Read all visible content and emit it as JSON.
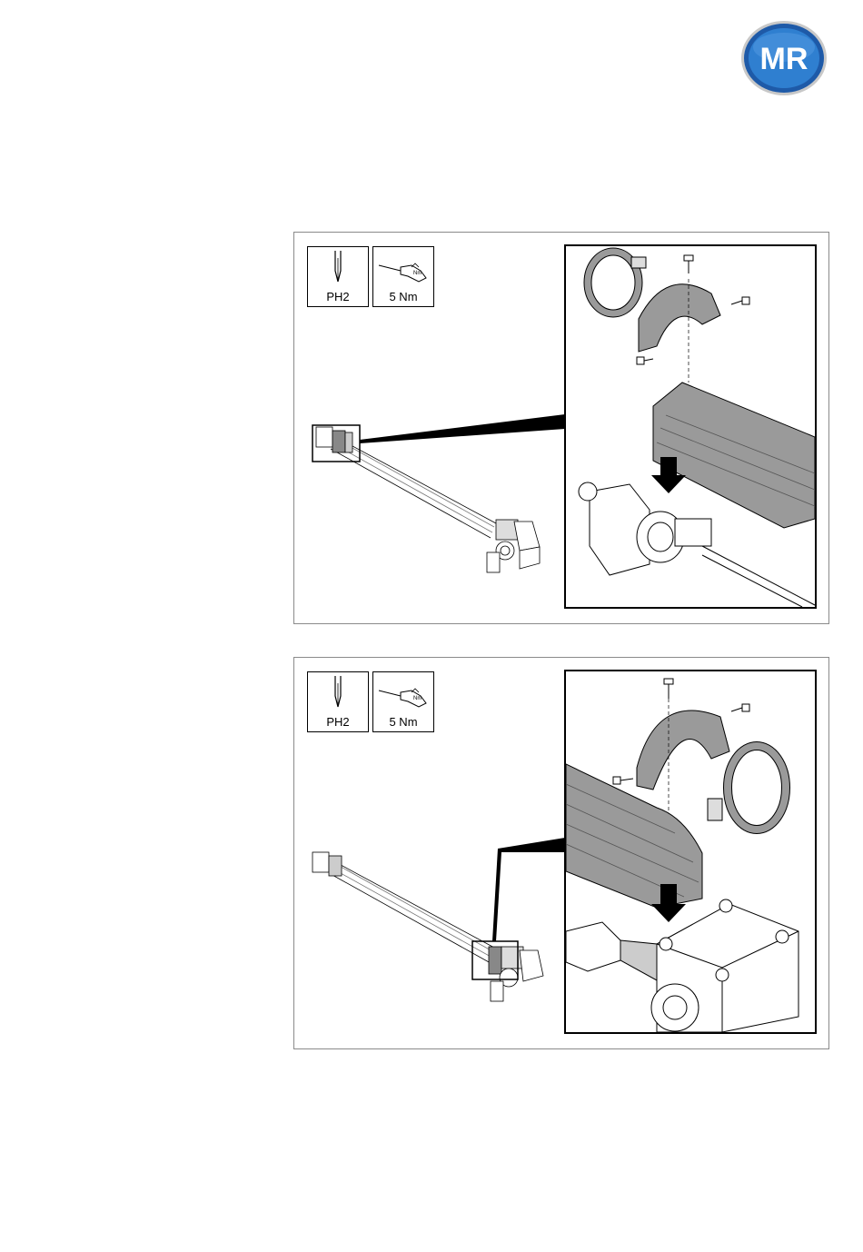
{
  "logo": {
    "text": "MR",
    "colors": {
      "outer": "#1e5aa8",
      "inner": "#2f7fd0",
      "text": "#ffffff"
    }
  },
  "figures": [
    {
      "tools": [
        {
          "label": "PH2",
          "icon": "screwdriver-tip-icon"
        },
        {
          "label": "5 Nm",
          "icon": "torque-screwdriver-icon"
        }
      ]
    },
    {
      "tools": [
        {
          "label": "PH2",
          "icon": "screwdriver-tip-icon"
        },
        {
          "label": "5 Nm",
          "icon": "torque-screwdriver-icon"
        }
      ]
    }
  ],
  "colors": {
    "line": "#000000",
    "part_fill": "#9a9a9a",
    "part_light": "#d0d0d0",
    "frame": "#8a8a8a"
  }
}
